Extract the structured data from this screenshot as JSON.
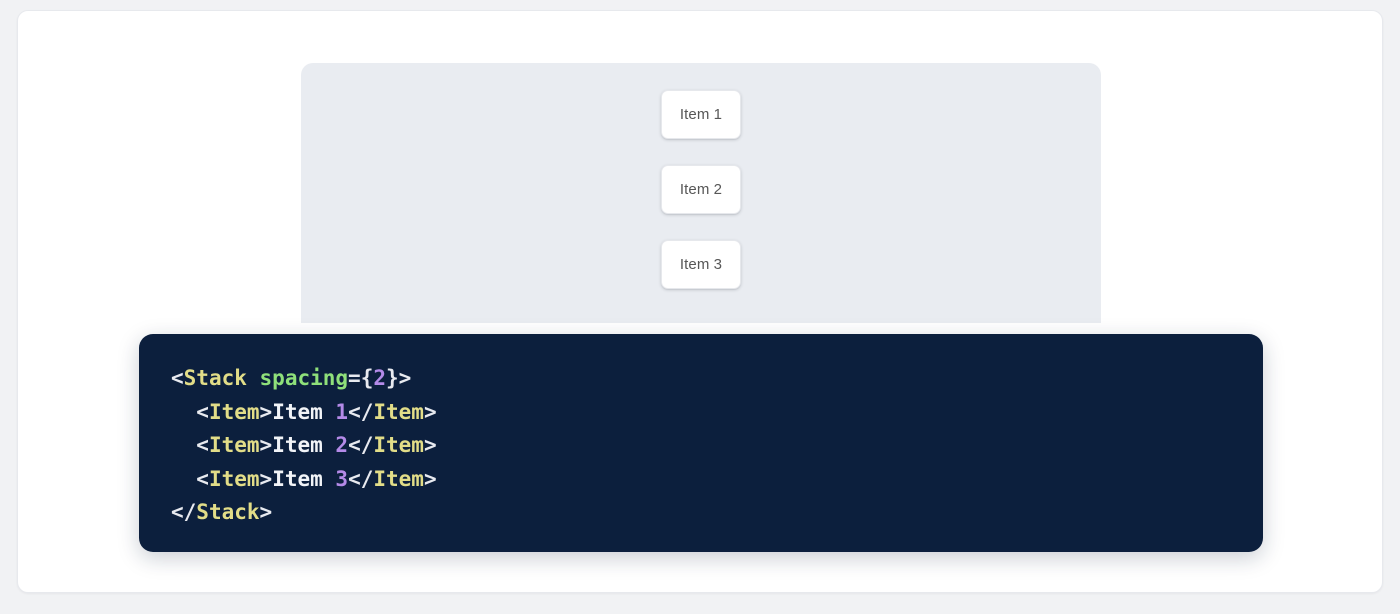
{
  "page": {
    "background_color": "#f1f2f4",
    "card_background": "#ffffff",
    "card_border_color": "#e7e9ed"
  },
  "preview": {
    "background_color": "#e9ecf1",
    "items": [
      {
        "label": "Item 1"
      },
      {
        "label": "Item 2"
      },
      {
        "label": "Item 3"
      }
    ],
    "item_text_color": "#575757",
    "item_background": "#ffffff"
  },
  "code": {
    "language": "jsx",
    "background_color": "#0c1f3d",
    "colors": {
      "punctuation": "#e8eaf0",
      "tag": "#e2dd88",
      "attribute": "#8fe07a",
      "number": "#b48ae8",
      "text": "#f2f4f8"
    },
    "raw": "<Stack spacing={2}>\n  <Item>Item 1</Item>\n  <Item>Item 2</Item>\n  <Item>Item 3</Item>\n</Stack>",
    "lines": [
      {
        "tokens": [
          {
            "t": "punc",
            "v": "<"
          },
          {
            "t": "tag",
            "v": "Stack"
          },
          {
            "t": "text",
            "v": " "
          },
          {
            "t": "attr",
            "v": "spacing"
          },
          {
            "t": "punc",
            "v": "={"
          },
          {
            "t": "num",
            "v": "2"
          },
          {
            "t": "punc",
            "v": "}>"
          }
        ]
      },
      {
        "tokens": [
          {
            "t": "text",
            "v": "  "
          },
          {
            "t": "punc",
            "v": "<"
          },
          {
            "t": "tag",
            "v": "Item"
          },
          {
            "t": "punc",
            "v": ">"
          },
          {
            "t": "text",
            "v": "Item "
          },
          {
            "t": "num",
            "v": "1"
          },
          {
            "t": "punc",
            "v": "</"
          },
          {
            "t": "tag",
            "v": "Item"
          },
          {
            "t": "punc",
            "v": ">"
          }
        ]
      },
      {
        "tokens": [
          {
            "t": "text",
            "v": "  "
          },
          {
            "t": "punc",
            "v": "<"
          },
          {
            "t": "tag",
            "v": "Item"
          },
          {
            "t": "punc",
            "v": ">"
          },
          {
            "t": "text",
            "v": "Item "
          },
          {
            "t": "num",
            "v": "2"
          },
          {
            "t": "punc",
            "v": "</"
          },
          {
            "t": "tag",
            "v": "Item"
          },
          {
            "t": "punc",
            "v": ">"
          }
        ]
      },
      {
        "tokens": [
          {
            "t": "text",
            "v": "  "
          },
          {
            "t": "punc",
            "v": "<"
          },
          {
            "t": "tag",
            "v": "Item"
          },
          {
            "t": "punc",
            "v": ">"
          },
          {
            "t": "text",
            "v": "Item "
          },
          {
            "t": "num",
            "v": "3"
          },
          {
            "t": "punc",
            "v": "</"
          },
          {
            "t": "tag",
            "v": "Item"
          },
          {
            "t": "punc",
            "v": ">"
          }
        ]
      },
      {
        "tokens": [
          {
            "t": "punc",
            "v": "</"
          },
          {
            "t": "tag",
            "v": "Stack"
          },
          {
            "t": "punc",
            "v": ">"
          }
        ]
      }
    ]
  }
}
